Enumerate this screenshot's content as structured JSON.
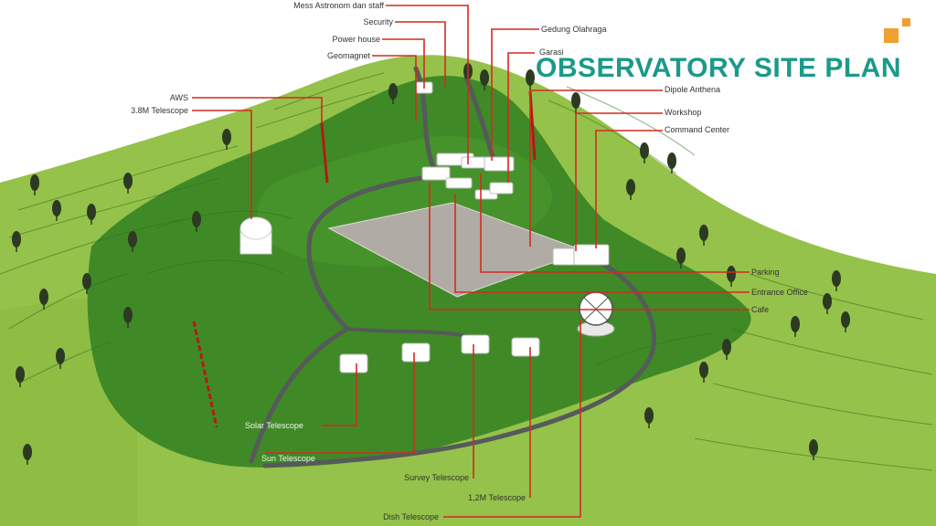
{
  "page": {
    "title": "OBSERVATORY SITE  PLAN"
  },
  "labels": {
    "mess": "Mess Astronom dan staff",
    "security": "Security",
    "power_house": "Power house",
    "geomagnet": "Geomagnet",
    "aws": "AWS",
    "telescope_38m": "3.8M Telescope",
    "gedung_olahraga": "Gedung Olahraga",
    "garasi": "Garasi",
    "dipole_antenna": "Dipole Anthena",
    "workshop": "Workshop",
    "command_center": "Command Center",
    "parking": "Parking",
    "entrance_office": "Entrance Office",
    "cafe": "Cafe",
    "solar_telescope": "Solar Telescope",
    "sun_telescope": "Sun Telescope",
    "survey_telescope": "Survey Telescope",
    "telescope_12m": "1,2M Telescope",
    "dish_telescope": "Dish Telescope"
  },
  "colors": {
    "title": "#1a9a8a",
    "leader": "#d42a20",
    "accent": "#f0a030",
    "hill_light": "#95c24a",
    "hill_dark": "#3f8a26",
    "road": "#555a5a",
    "plaza": "#b0aba4"
  }
}
